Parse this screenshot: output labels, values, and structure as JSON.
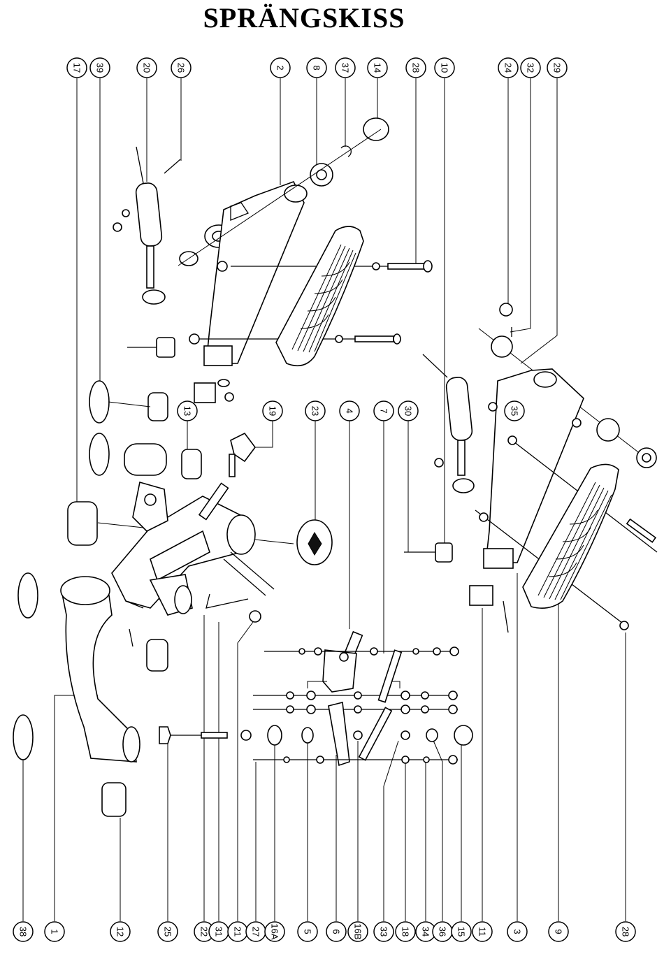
{
  "title": "SPRÄNGSKISS",
  "top_callouts": [
    "17",
    "39",
    "20",
    "26",
    "2",
    "8",
    "37",
    "14",
    "28",
    "10",
    "24",
    "32",
    "29"
  ],
  "mid_callouts": [
    "13",
    "19",
    "23",
    "4",
    "7",
    "30",
    "35"
  ],
  "bottom_callouts": [
    "38",
    "1",
    "12",
    "25",
    "22",
    "31",
    "21",
    "27",
    "16A",
    "5",
    "6",
    "16B",
    "33",
    "18",
    "34",
    "36",
    "15",
    "11",
    "3",
    "9",
    "28"
  ]
}
